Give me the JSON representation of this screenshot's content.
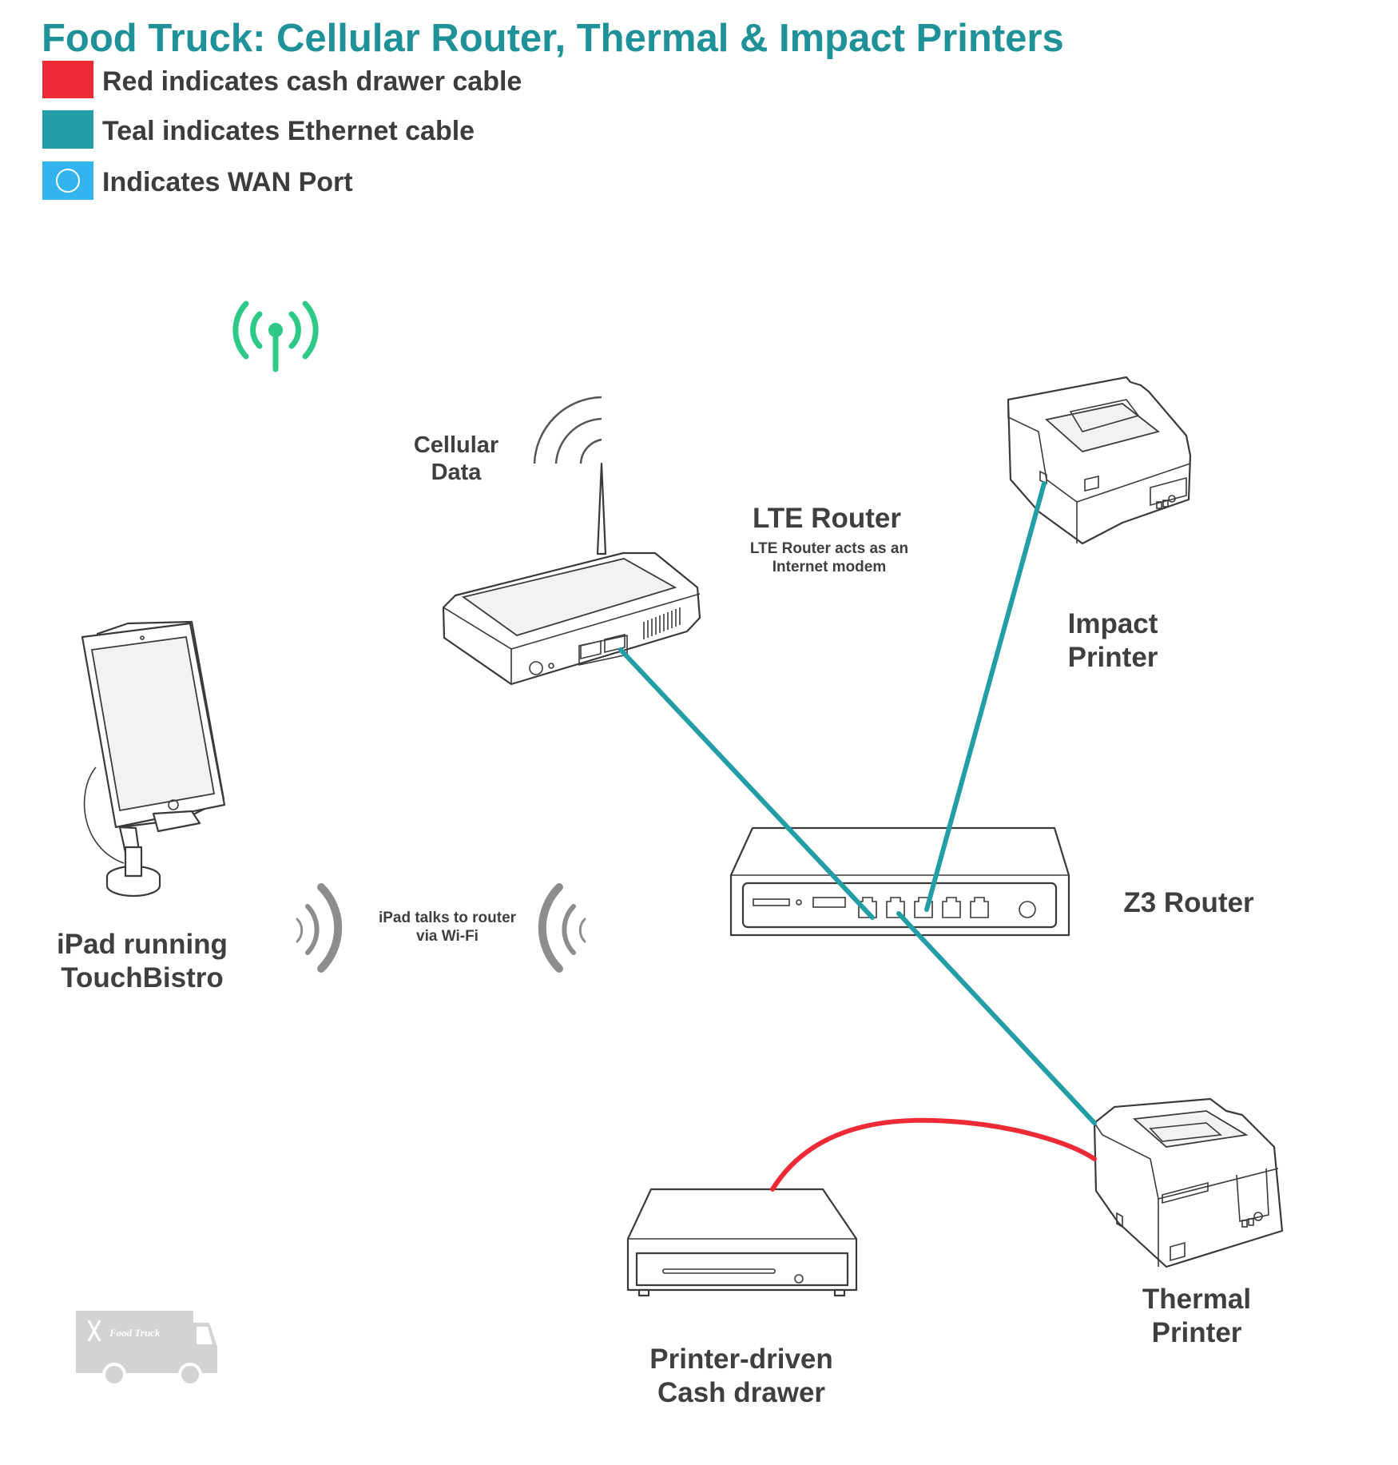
{
  "title": "Food Truck: Cellular Router, Thermal & Impact Printers",
  "colors": {
    "title": "#1f9198",
    "cash_drawer_cable": "#ee2a36",
    "ethernet_cable": "#239da6",
    "wan_port": "#33b4ee",
    "signal_icon": "#2ec987"
  },
  "legend": [
    {
      "id": "cash-drawer-cable",
      "swatch": "red",
      "text": "Red indicates cash drawer cable"
    },
    {
      "id": "ethernet-cable",
      "swatch": "teal",
      "text": "Teal indicates Ethernet cable"
    },
    {
      "id": "wan-port",
      "swatch": "blue-circle",
      "text": "Indicates WAN Port"
    }
  ],
  "labels": {
    "cellular_data": [
      "Cellular",
      "Data"
    ],
    "lte_router": "LTE Router",
    "lte_router_note": [
      "LTE Router acts as an",
      "Internet modem"
    ],
    "impact_printer": [
      "Impact",
      "Printer"
    ],
    "z3_router": "Z3 Router",
    "ipad": [
      "iPad running",
      "TouchBistro"
    ],
    "wifi_note": [
      "iPad talks to router",
      "via Wi-Fi"
    ],
    "thermal_printer": [
      "Thermal",
      "Printer"
    ],
    "cash_drawer": [
      "Printer-driven",
      "Cash drawer"
    ],
    "truck_logo": "Food Truck"
  },
  "connections": [
    {
      "from": "LTE Router",
      "to": "Z3 Router",
      "cable": "Ethernet"
    },
    {
      "from": "Impact Printer",
      "to": "Z3 Router",
      "cable": "Ethernet"
    },
    {
      "from": "Z3 Router",
      "to": "Thermal Printer",
      "cable": "Ethernet"
    },
    {
      "from": "Thermal Printer",
      "to": "Printer-driven Cash drawer",
      "cable": "Cash drawer"
    },
    {
      "from": "iPad running TouchBistro",
      "to": "Z3 Router",
      "cable": "Wi-Fi"
    }
  ]
}
